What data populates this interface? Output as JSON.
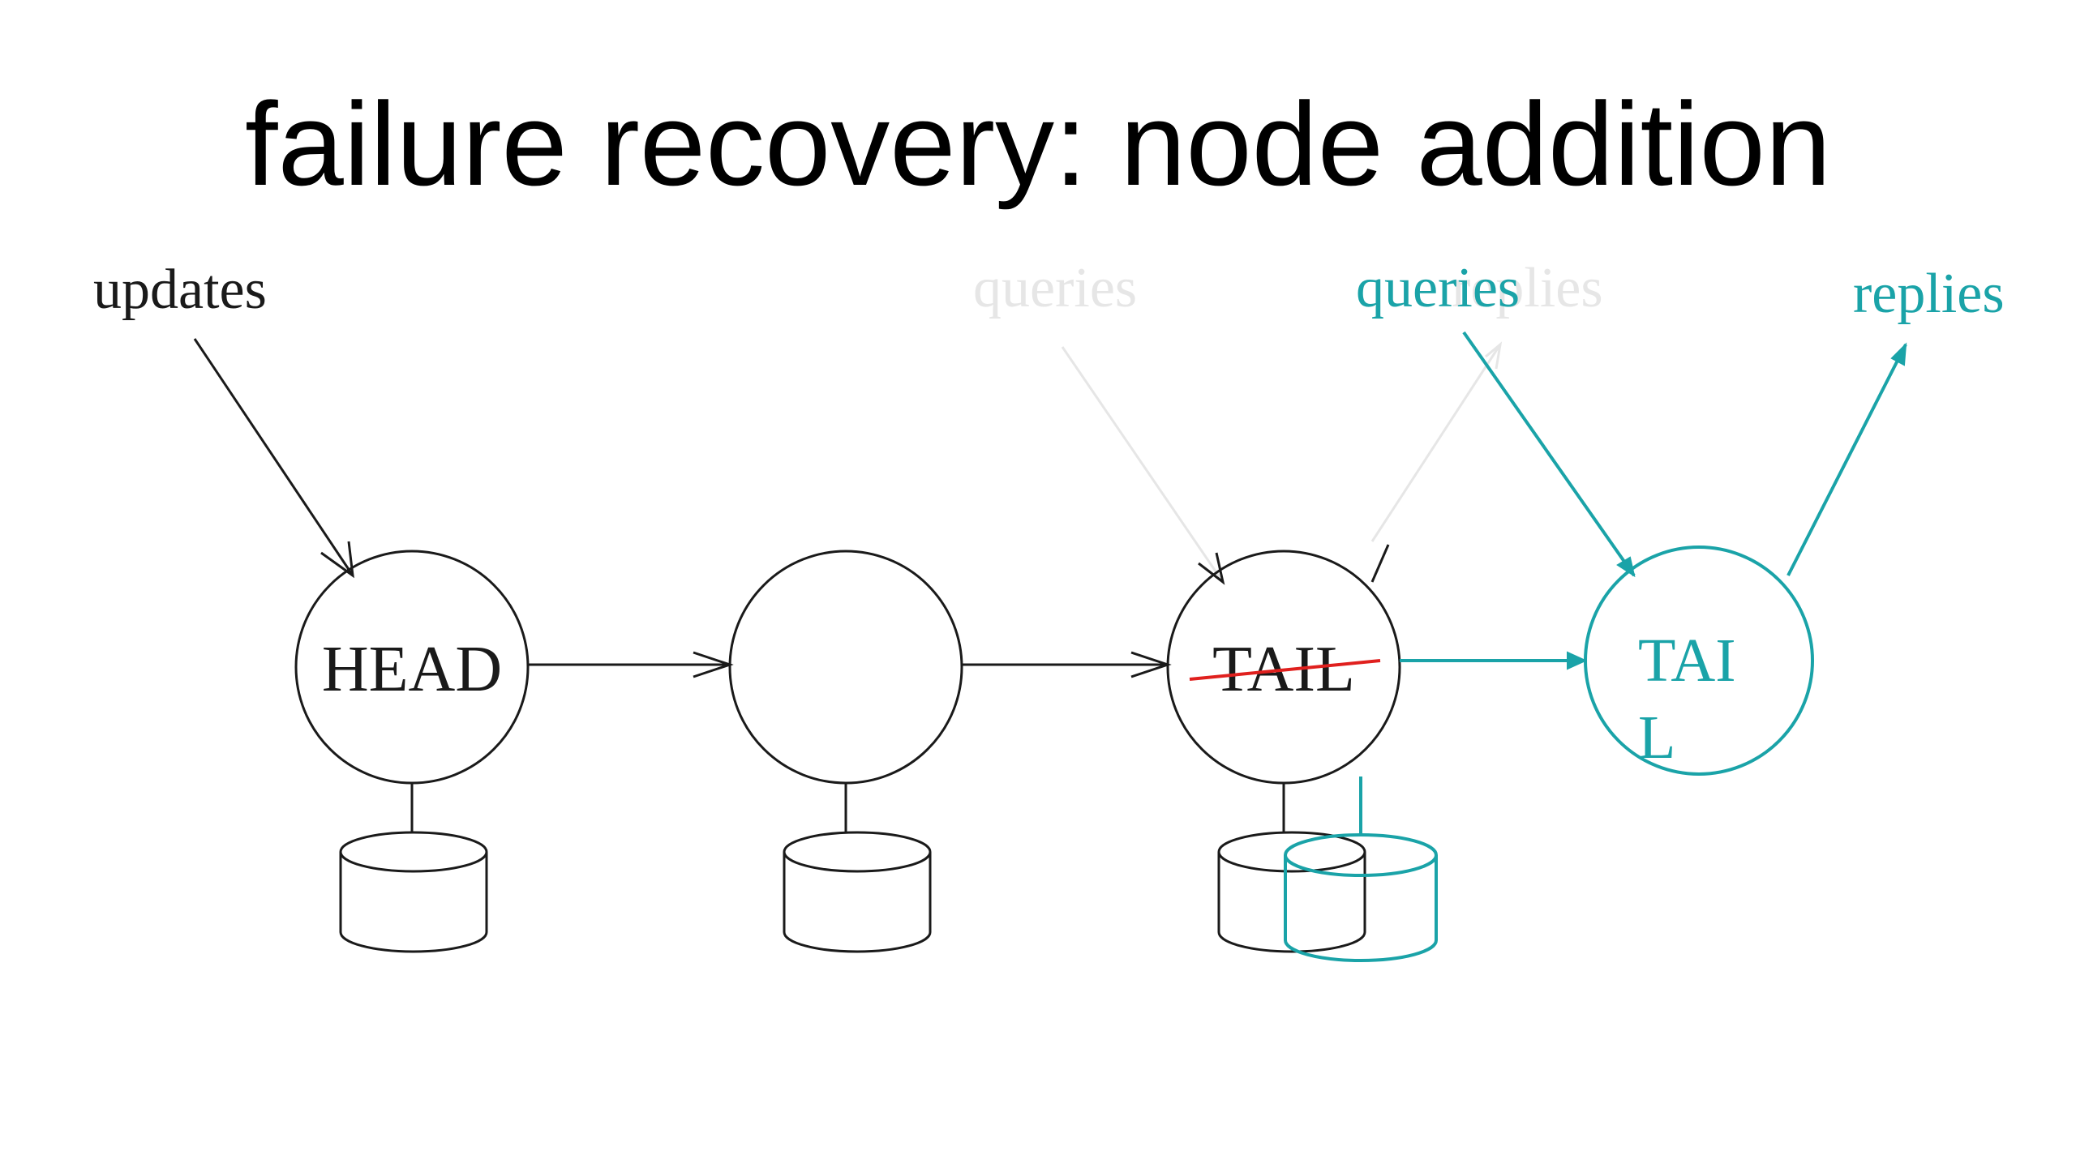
{
  "slide": {
    "title": "failure recovery: node addition"
  },
  "colors": {
    "ink": "#1a1a1a",
    "faded": "#e6e6e6",
    "new_tail": "#1aa3a8",
    "strike": "#e0201e"
  },
  "labels": {
    "updates": "updates",
    "old_queries": "queries",
    "old_replies": "replies",
    "new_queries": "queries",
    "new_replies": "replies"
  },
  "nodes": {
    "head": "HEAD",
    "middle": "",
    "old_tail": "TAIL",
    "new_tail_line1": "TAI",
    "new_tail_line2": "L"
  }
}
